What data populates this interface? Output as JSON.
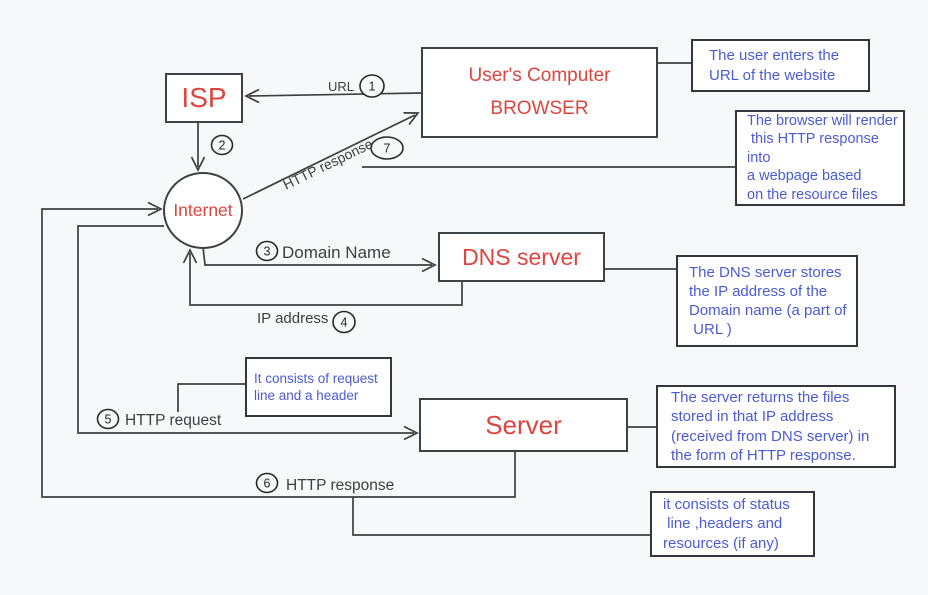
{
  "colors": {
    "red": "#dd453f",
    "blue": "#4c5bd3",
    "line": "#3c4043",
    "bg": "#f7f8fa",
    "white": "#ffffff"
  },
  "nodes": {
    "browser": {
      "title": "User's Computer",
      "subtitle": "BROWSER"
    },
    "isp": {
      "label": "ISP"
    },
    "internet": {
      "label": "Internet"
    },
    "dns": {
      "label": "DNS server"
    },
    "server": {
      "label": "Server"
    }
  },
  "notes": {
    "user_url": "The user enters the\nURL of the website",
    "browser_render": "The browser will render\n this HTTP response into\na webpage based\non the resource files",
    "dns_stores": "The DNS server stores\nthe IP address of the\nDomain name (a part of\n URL )",
    "request_parts": "It consists of request\nline and a header",
    "server_returns": "The server returns the files\nstored in that IP address\n(received from DNS server) in\nthe form of HTTP response.",
    "response_parts": "it consists of status\n line ,headers and\nresources (if any)"
  },
  "steps": {
    "s1": {
      "num": "1",
      "label": "URL"
    },
    "s2": {
      "num": "2",
      "label": ""
    },
    "s3": {
      "num": "3",
      "label": "Domain Name"
    },
    "s4": {
      "num": "4",
      "label": "IP address"
    },
    "s5": {
      "num": "5",
      "label": "HTTP request"
    },
    "s6": {
      "num": "6",
      "label": "HTTP response"
    },
    "s7": {
      "num": "7",
      "label": "HTTP response"
    }
  }
}
